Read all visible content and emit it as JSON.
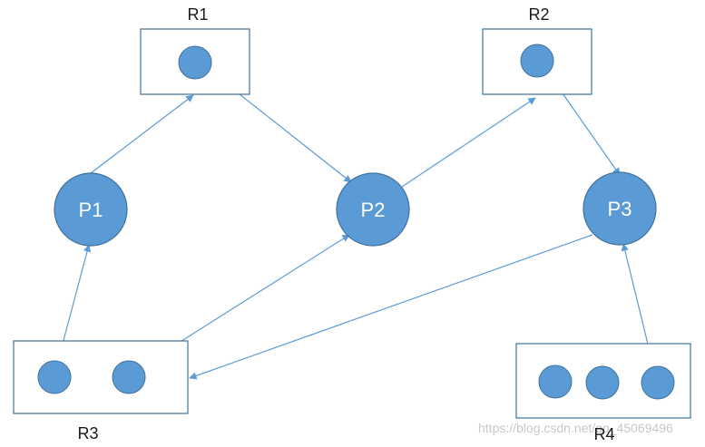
{
  "colors": {
    "node_fill": "#5b9bd5",
    "node_stroke": "#41719c",
    "edge": "#5b9bd5",
    "box_stroke": "#41719c",
    "label": "#1a1a1a",
    "process_label": "#ffffff",
    "watermark": "#c8c8c8"
  },
  "resources": [
    {
      "id": "R1",
      "label": "R1",
      "instances": 1
    },
    {
      "id": "R2",
      "label": "R2",
      "instances": 1
    },
    {
      "id": "R3",
      "label": "R3",
      "instances": 2
    },
    {
      "id": "R4",
      "label": "R4",
      "instances": 3
    }
  ],
  "processes": [
    {
      "id": "P1",
      "label": "P1"
    },
    {
      "id": "P2",
      "label": "P2"
    },
    {
      "id": "P3",
      "label": "P3"
    }
  ],
  "edges": [
    {
      "from": "P1",
      "to": "R1",
      "kind": "request"
    },
    {
      "from": "R1",
      "to": "P2",
      "kind": "assignment"
    },
    {
      "from": "P2",
      "to": "R2",
      "kind": "request"
    },
    {
      "from": "R2",
      "to": "P3",
      "kind": "assignment"
    },
    {
      "from": "R3",
      "to": "P1",
      "kind": "assignment"
    },
    {
      "from": "R3",
      "to": "P2",
      "kind": "assignment"
    },
    {
      "from": "P3",
      "to": "R3",
      "kind": "request"
    },
    {
      "from": "R4",
      "to": "P3",
      "kind": "assignment"
    }
  ],
  "watermark": "https://blog.csdn.net/qq_45069496"
}
